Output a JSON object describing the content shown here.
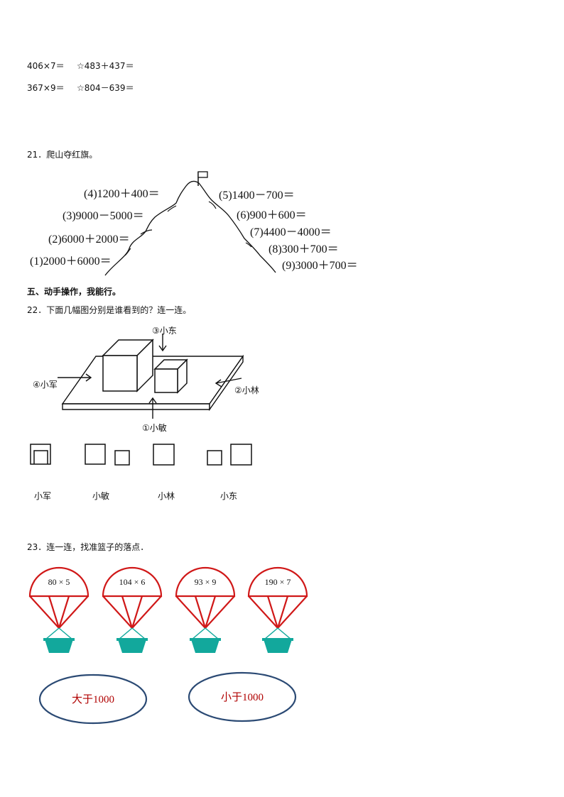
{
  "arith": {
    "a1": "406×7＝",
    "a2": "☆483＋437＝",
    "a3": "367×9＝",
    "a4": "☆804－639＝"
  },
  "q21": {
    "title": "21．爬山夺红旗。",
    "items": [
      "(4)1200＋400＝",
      "(3)9000－5000＝",
      "(2)6000＋2000＝",
      "(1)2000＋6000＝",
      "(5)1400－700＝",
      "(6)900＋600＝",
      "(7)4400－4000＝",
      "(8)300＋700＝",
      "(9)3000＋700＝"
    ]
  },
  "section5": {
    "title": "五、动手操作，我能行。"
  },
  "q22": {
    "title": "22．下面几幅图分别是谁看到的？连一连。",
    "observers": {
      "top": "③小东",
      "left": "④小军",
      "right": "②小林",
      "bottom": "①小敏"
    },
    "names": [
      "小军",
      "小敏",
      "小林",
      "小东"
    ]
  },
  "q23": {
    "title": "23．连一连，找准篮子的落点．",
    "parachutes": [
      "80 × 5",
      "104 × 6",
      "93 × 9",
      "190 × 7"
    ],
    "targets": [
      "大于1000",
      "小于1000"
    ]
  },
  "colors": {
    "parachute": "#d01818",
    "basket": "#12a89c",
    "ellipse": "#2b4a74",
    "target_text": "#b00000"
  }
}
